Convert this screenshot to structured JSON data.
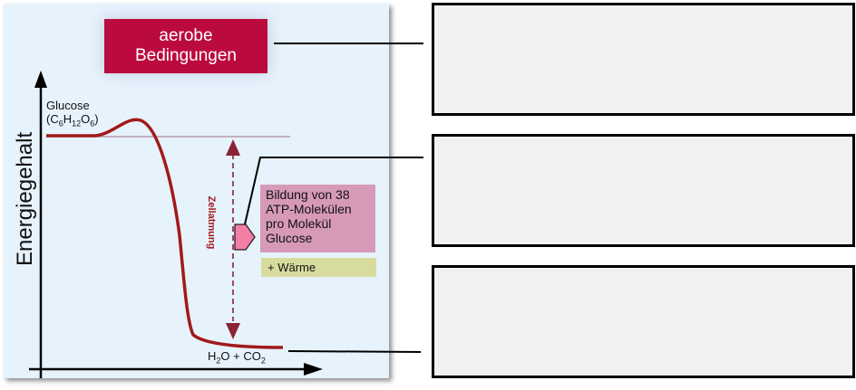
{
  "diagram": {
    "title_box": {
      "line1": "aerobe",
      "line2": "Bedingungen",
      "color": "#bb0a3e"
    },
    "y_axis_label": "Energiegehalt",
    "start_label": {
      "line1": "Glucose",
      "formula_parts": [
        "(C",
        "6",
        "H",
        "12",
        "O",
        "6",
        ")"
      ]
    },
    "end_label": {
      "formula_parts": [
        "H",
        "2",
        "O + CO",
        "2"
      ]
    },
    "process_label": "Zellatmung",
    "atp_box": {
      "lines": [
        "Bildung von 38",
        "ATP-Molekülen",
        "pro Molekül",
        "Glucose"
      ],
      "color": "#d69ab8"
    },
    "heat_box": {
      "text": "+ Wärme",
      "color": "#d7dc9e"
    },
    "curve_color": "#a11a1a",
    "arrow_color": "#8b2335"
  },
  "answer_boxes": [
    {
      "id": 1,
      "value": ""
    },
    {
      "id": 2,
      "value": ""
    },
    {
      "id": 3,
      "value": ""
    }
  ]
}
